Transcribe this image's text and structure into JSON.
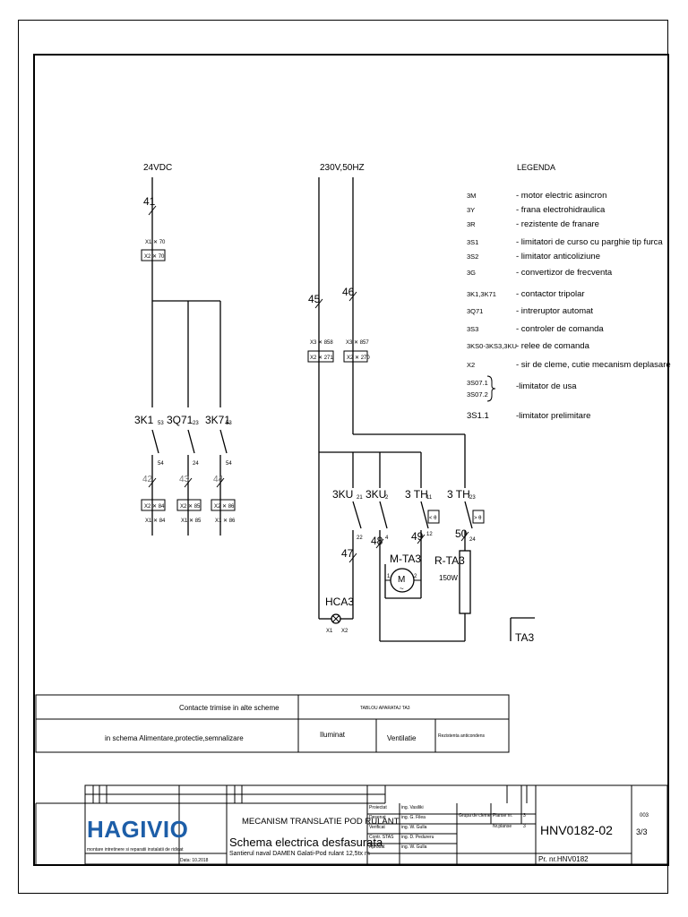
{
  "circuit": {
    "supply_dc": "24VDC",
    "supply_ac": "230V,50HZ",
    "wire_41": "41",
    "wire_45": "45",
    "wire_46": "46",
    "wire_42": "42",
    "wire_43": "43",
    "wire_44": "44",
    "wire_47": "47",
    "wire_48": "48",
    "wire_49": "49",
    "wire_50": "50",
    "x1_70": "X1 ✕ 70",
    "x2_70": "X2 ✕ 70",
    "x3_858": "X3 ✕ 858",
    "x3_857": "X3 ✕ 857",
    "x2_271": "X2 ✕ 271",
    "x2_270": "X2 ✕ 270",
    "k1_label": "3K1",
    "q71_label": "3Q71",
    "k71_label": "3K71",
    "pin_53a": "53",
    "pin_23": "23",
    "pin_53b": "53",
    "pin_54a": "54",
    "pin_24": "24",
    "pin_54b": "54",
    "x2_84": "X2 ✕ 84",
    "x2_85": "X2 ✕ 85",
    "x2_86": "X2 ✕ 86",
    "x1_84": "X1 ✕ 84",
    "x1_85": "X1 ✕ 85",
    "x1_86": "X1 ✕ 86",
    "ku_label_1": "3KU",
    "ku_label_2": "3KU",
    "th_label_1": "3 TH",
    "th_label_2": "3 TH",
    "pin_21": "21",
    "pin_2": "2",
    "pin_11": "11",
    "pin_23b": "23",
    "pin_22": "22",
    "pin_4": "4",
    "pin_12": "12",
    "pin_24b": "24",
    "th_lt": "< θ",
    "th_gt": "> θ",
    "motor_label": "M-TA3",
    "motor_symbol": "M",
    "motor_ac": "~",
    "motor_pin1": "1",
    "motor_pin2": "2",
    "resistor_label": "R-TA3",
    "resistor_power": "150W",
    "lamp_label": "HCA3",
    "lamp_x1": "X1",
    "lamp_x2": "X2",
    "panel_label": "TA3"
  },
  "legend": {
    "title": "LEGENDA",
    "items": [
      {
        "code": "3M",
        "desc": "- motor electric asincron"
      },
      {
        "code": "3Y",
        "desc": "- frana electrohidraulica"
      },
      {
        "code": "3R",
        "desc": "- rezistente de franare"
      },
      {
        "code": "3S1",
        "desc": "- limitatori de curso cu parghie tip furca"
      },
      {
        "code": "3S2",
        "desc": "- limitator anticoliziune"
      },
      {
        "code": "3G",
        "desc": "- convertizor de frecventa"
      },
      {
        "code": "3K1,3K71",
        "desc": "- contactor tripolar"
      },
      {
        "code": "3Q71",
        "desc": "- intreruptor automat"
      },
      {
        "code": "3S3",
        "desc": "- controler de comanda"
      },
      {
        "code": "3KS0-3KS3,3KU",
        "desc": "- relee de comanda"
      },
      {
        "code": "X2",
        "desc": "- sir de cleme, cutie mecanism deplasare"
      }
    ],
    "door_code_1": "3S07.1",
    "door_code_2": "3S07.2",
    "door_desc": "-limitator de usa",
    "pre_code": "3S1.1",
    "pre_desc": "-limitator prelimitare"
  },
  "contacts_table": {
    "header_left": "Contacte trimise in alte scheme",
    "header_right": "TABLOU APARATAJ TA3",
    "row_left": "in schema Alimentare,protectie,semnalizare",
    "col1": "Iluminat",
    "col2": "Ventilatie",
    "col3": "Rezistenta anticondens"
  },
  "title_block": {
    "logo": "HAGIVIO",
    "logo_tagline": "montare intretinere si reparatii instalatii de ridicat",
    "date": "Data: 10.2018",
    "drawing_title": "MECANISM TRANSLATIE POD RULANT",
    "drawing_subtitle": "Schema electrica desfasurata",
    "project_line": "Santierul naval DAMEN Galati-Pod rulant 12,5tx m",
    "roles": [
      {
        "role": "Proiectat",
        "name": "ing. Vasiliki"
      },
      {
        "role": "Desenat",
        "name": "ing. G. Filea"
      },
      {
        "role": "Verificat",
        "name": "ing. W. Gulla"
      },
      {
        "role": "Contr. STAS",
        "name": "ing. D. Pedureru"
      },
      {
        "role": "Aprobat",
        "name": "ing. W. Gulla"
      }
    ],
    "group_label": "Grupa de clemei",
    "plans_label": "Planse nr.",
    "plans_value": "3",
    "plans_count_label": "Nr.planse",
    "plans_count_value": "3",
    "drawing_number": "HNV0182-02",
    "project_number": "Pr. nr.HNV0182",
    "sheet_label": "003",
    "sheet_value": "3/3"
  }
}
